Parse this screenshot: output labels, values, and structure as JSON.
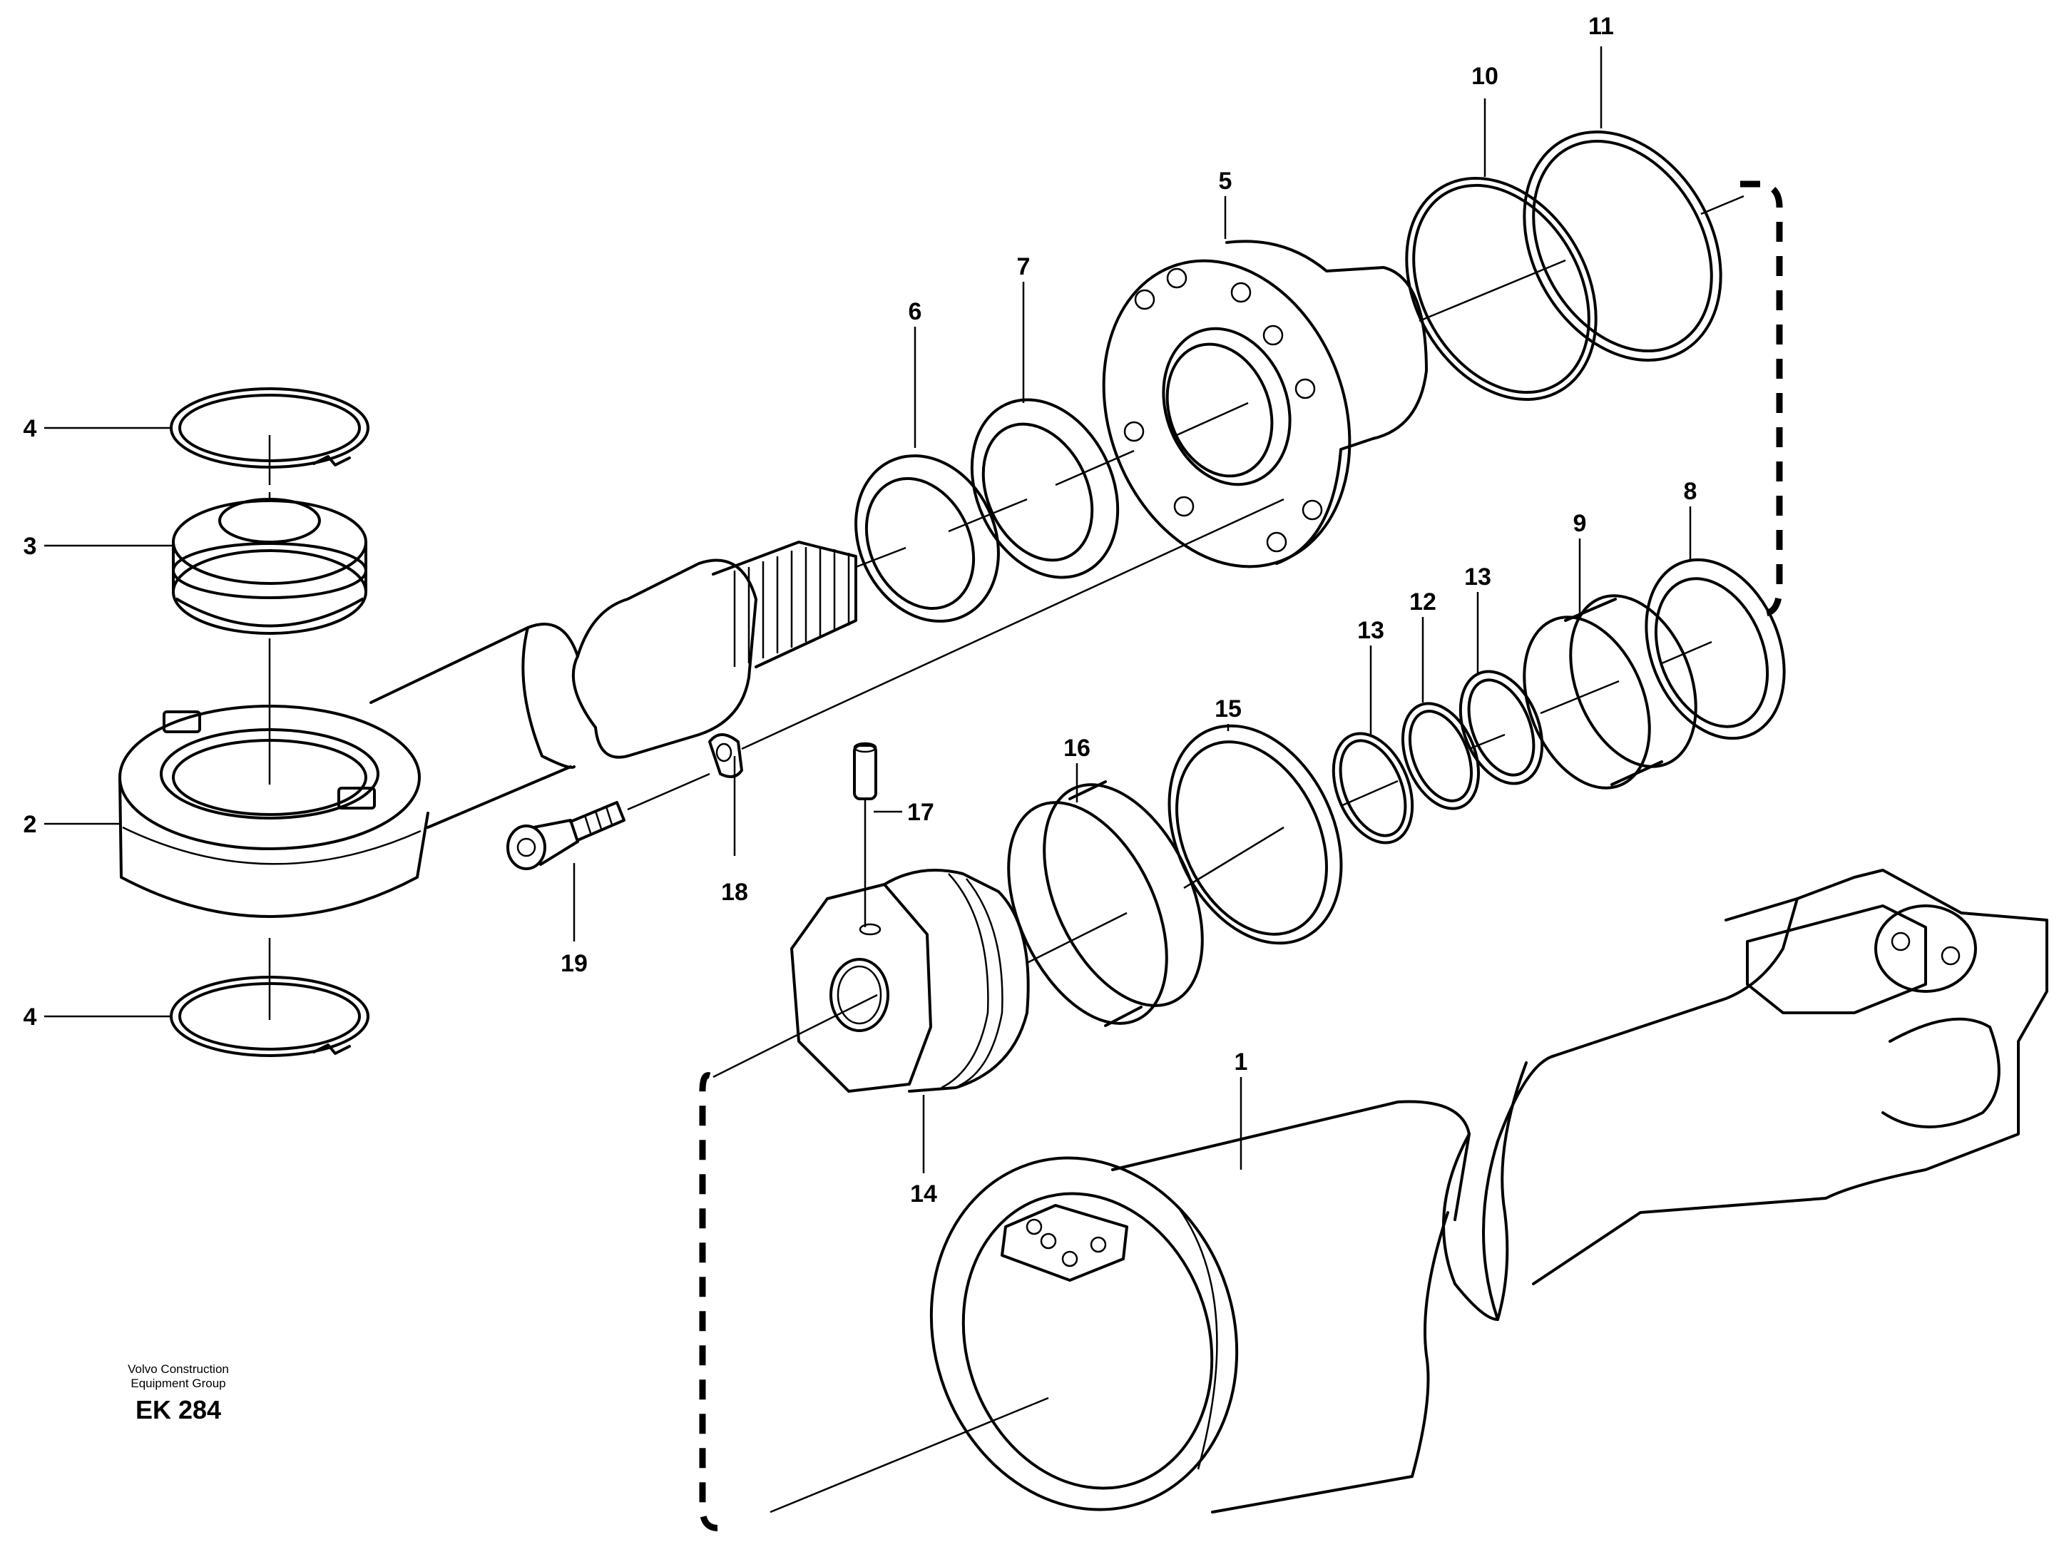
{
  "callouts": {
    "c1": "1",
    "c2": "2",
    "c3": "3",
    "c4a": "4",
    "c4b": "4",
    "c5": "5",
    "c6": "6",
    "c7": "7",
    "c8": "8",
    "c9": "9",
    "c10": "10",
    "c11": "11",
    "c12": "12",
    "c13a": "13",
    "c13b": "13",
    "c14": "14",
    "c15": "15",
    "c16": "16",
    "c17": "17",
    "c18": "18",
    "c19": "19"
  },
  "caption": {
    "company_line1": "Volvo Construction",
    "company_line2": "Equipment Group",
    "figure_code": "EK 284"
  }
}
